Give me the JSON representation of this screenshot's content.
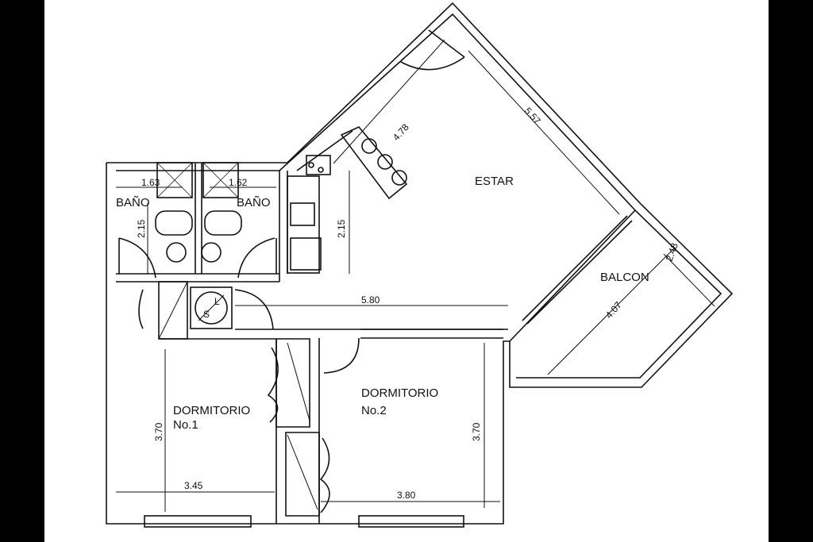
{
  "rooms": {
    "estar": "ESTAR",
    "balcon": "BALCON",
    "bano_left": "BAÑO",
    "bano_right": "BAÑO",
    "dorm1_line1": "DORMITORIO",
    "dorm1_line2": "No.1",
    "dorm2_line1": "DORMITORIO",
    "dorm2_line2": "No.2"
  },
  "dimensions": {
    "estar_width": "4.78",
    "estar_diag": "5.57",
    "bano_left_w": "1.63",
    "bano_right_w": "1.62",
    "bano_h": "2.15",
    "kitchen_h": "2.15",
    "hall": "5.80",
    "balcon_w": "2.48",
    "balcon_l": "4.07",
    "dorm1_h": "3.70",
    "dorm1_w": "3.45",
    "dorm2_h": "3.70",
    "dorm2_w": "3.80"
  },
  "fixtures": {
    "laundry_l": "L",
    "laundry_s": "S"
  }
}
